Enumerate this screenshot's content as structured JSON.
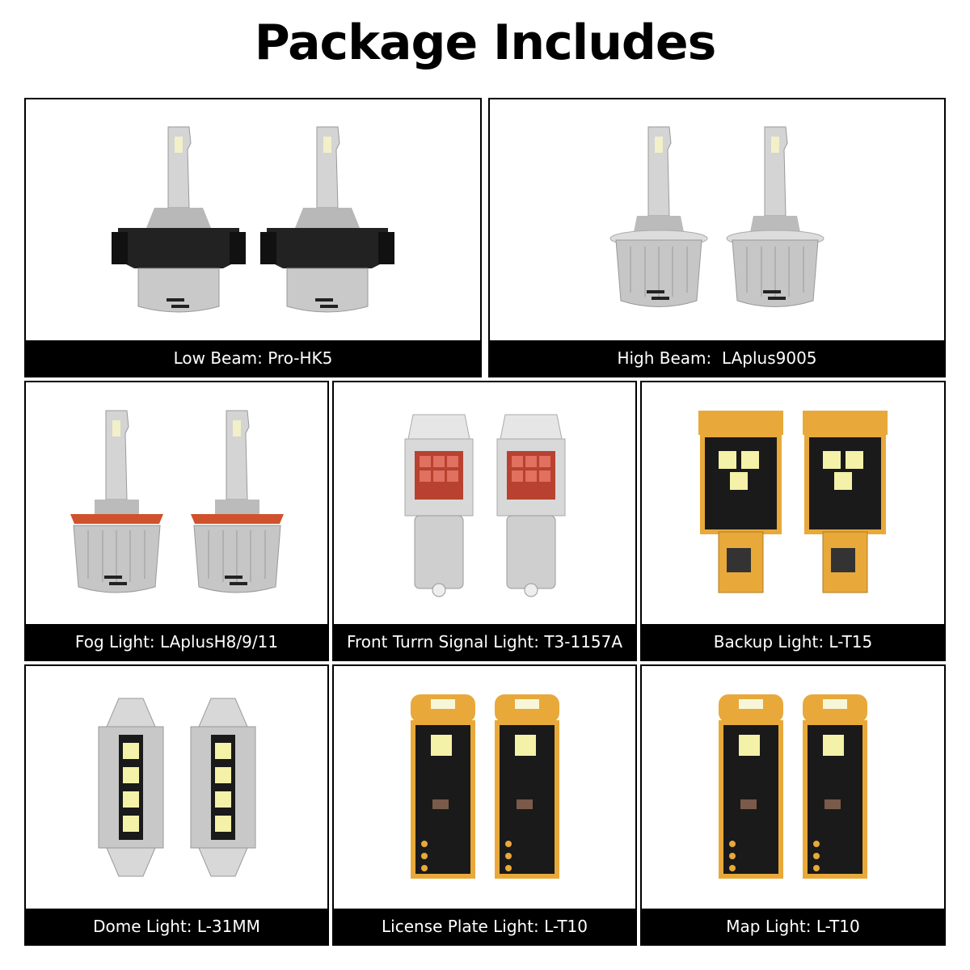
{
  "title": "Package Includes",
  "items": [
    {
      "caption": "Low Beam: Pro-HK5",
      "icon": "h7-led-bulb-with-adapter-icon"
    },
    {
      "caption": "High Beam:  LAplus9005",
      "icon": "9005-led-bulb-icon"
    },
    {
      "caption": "Fog Light: LAplusH8/9/11",
      "icon": "h11-led-bulb-icon"
    },
    {
      "caption": "Front Turrn Signal Light: T3-1157A",
      "icon": "1157-led-bulb-icon"
    },
    {
      "caption": "Backup Light: L-T15",
      "icon": "t15-led-bulb-icon"
    },
    {
      "caption": "Dome Light: L-31MM",
      "icon": "festoon-led-bulb-icon"
    },
    {
      "caption": "License Plate Light: L-T10",
      "icon": "t10-led-bulb-icon"
    },
    {
      "caption": "Map Light: L-T10",
      "icon": "t10-led-bulb-icon"
    }
  ],
  "colors": {
    "caption_bg": "#000000",
    "caption_text": "#ffffff",
    "pcb": "#e8a93a",
    "chrome": "#c8c8c8",
    "red_led": "#d94b3a"
  }
}
